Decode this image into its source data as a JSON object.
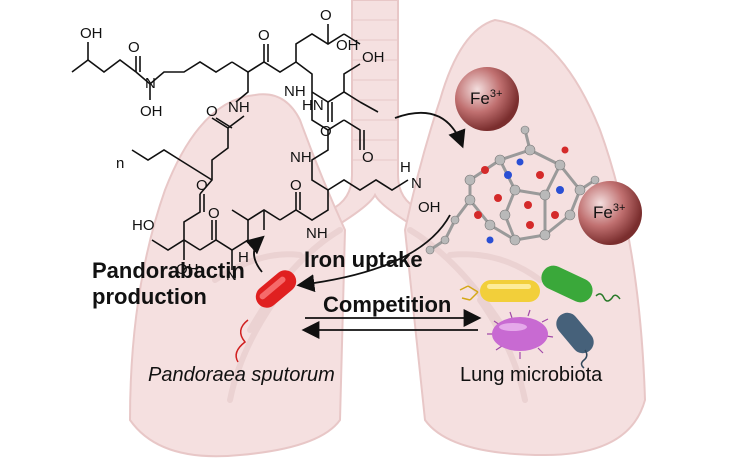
{
  "labels": {
    "iron_uptake": "Iron uptake",
    "pandorabactin_production": [
      "Pandorabactin",
      "production"
    ],
    "competition": "Competition",
    "organism": "Pandoraea sputorum",
    "microbiota": "Lung microbiota"
  },
  "iron": {
    "base": "Fe",
    "charge": "3+"
  },
  "molecule_atoms": {
    "ho_top_left": "OH",
    "n_left": "N",
    "oh_below_n": "OH",
    "o_carbonyl_1": "O",
    "o_carbonyl_2": "O",
    "nh_1": "NH",
    "o_carbonyl_3": "O",
    "nh_2": "NH",
    "o_top_right": "O",
    "oh_top_right": "OH",
    "oh_ring_top": "OH",
    "o_ring_top": "O",
    "hn_ring_right": "HN",
    "nh_ring_mid": "NH",
    "o_ring_mid": "O",
    "n_hydroxy": "N",
    "oh_hydroxy": "OH",
    "h_hydroxy": "H",
    "o_ester": "O",
    "o_ester_carbonyl": "O",
    "ho_lower_left": "HO",
    "oh_lower": "OH",
    "n_lower": "N",
    "h_lower": "H",
    "o_lower": "O",
    "nh_lower": "NH",
    "n_subscript": "n"
  },
  "colors": {
    "lung": "#f5dfdf",
    "lung_edge": "#e7c5c5",
    "organism_red": "#e02020",
    "bacteria": [
      "#f2cf3a",
      "#3aa83a",
      "#c86ad2",
      "#46617a"
    ],
    "fe_sphere": "#9b4a4a"
  }
}
